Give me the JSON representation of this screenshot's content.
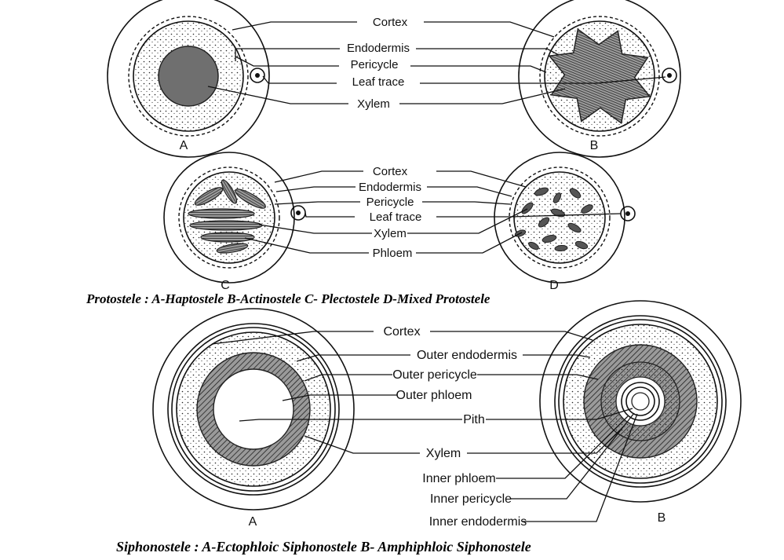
{
  "protostele": {
    "labels": {
      "cortex": "Cortex",
      "endodermis": "Endodermis",
      "pericycle": "Pericycle",
      "leaf_trace": "Leaf trace",
      "xylem": "Xylem",
      "phloem": "Phloem"
    },
    "letters": {
      "a": "A",
      "b": "B",
      "c": "C",
      "d": "D"
    },
    "caption": "Protostele : A-Haptostele B-Actinostele C- Plectostele D-Mixed Protostele"
  },
  "siphonostele": {
    "labels": {
      "cortex": "Cortex",
      "outer_endodermis": "Outer endodermis",
      "outer_pericycle": "Outer pericycle",
      "outer_phloem": "Outer phloem",
      "pith": "Pith",
      "xylem": "Xylem",
      "inner_phloem": "Inner phloem",
      "inner_pericycle": "Inner pericycle",
      "inner_endodermis": "Inner endodermis"
    },
    "letters": {
      "a": "A",
      "b": "B"
    },
    "caption": "Siphonostele : A-Ectophloic Siphonostele B- Amphiphloic Siphonostele"
  },
  "colors": {
    "ink": "#111111",
    "background": "#ffffff",
    "tissue_fill": "#8a8a8a"
  }
}
